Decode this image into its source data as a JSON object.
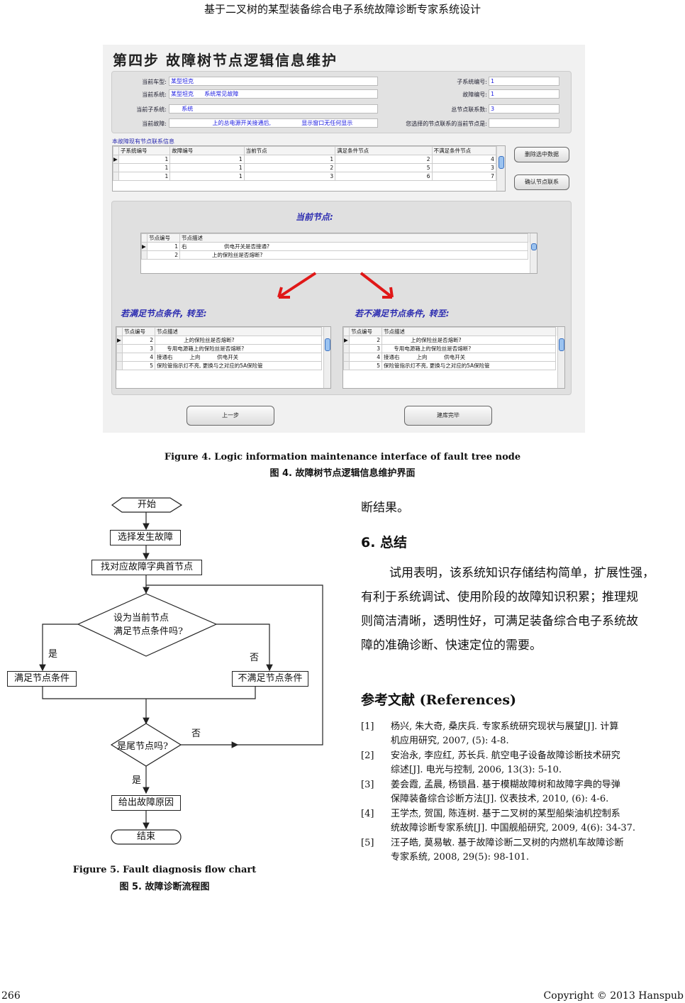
{
  "header": "基于二叉树的某型装备综合电子系统故障诊断专家系统设计",
  "figure4": {
    "title": "第四步  故障树节点逻辑信息维护",
    "fields_left": [
      {
        "label": "当前车型:",
        "value": "某型坦克"
      },
      {
        "label": "当前系统:",
        "value": "某型坦克      系统常见故障"
      },
      {
        "label": "当前子系统:",
        "value": "      系统"
      },
      {
        "label": "当前故障:",
        "value": "                       上的总电源开关接通后,                 显示窗口无任何显示"
      }
    ],
    "fields_right": [
      {
        "label": "子系统编号:",
        "value": "1"
      },
      {
        "label": "故障编号:",
        "value": "1"
      },
      {
        "label": "总节点联系数:",
        "value": "3"
      },
      {
        "label": "您选择的节点联系的当前节点是:",
        "value": ""
      }
    ],
    "links_label": "本故障现有节点联系信息",
    "links_columns": [
      "子系统编号",
      "故障编号",
      "当前节点",
      "满足条件节点",
      "不满足条件节点"
    ],
    "links_rows": [
      [
        "1",
        "1",
        "1",
        "2",
        "4"
      ],
      [
        "1",
        "1",
        "2",
        "5",
        "3"
      ],
      [
        "1",
        "1",
        "3",
        "6",
        "7"
      ]
    ],
    "delete_button": "删除选中数据",
    "confirm_button": "确认节点联系",
    "current_node_label": "当前节点:",
    "node_columns": [
      "节点编号",
      "节点描述"
    ],
    "current_rows": [
      [
        "1",
        "右                      供电开关是否接通?"
      ],
      [
        "2",
        "                  上的保险丝是否熔断?"
      ]
    ],
    "yes_label": "若满足节点条件, 转至:",
    "no_label": "若不满足节点条件, 转至:",
    "yes_rows": [
      [
        "2",
        "                上的保险丝是否熔断?"
      ],
      [
        "3",
        "      专用电源箱上的保险丝是否熔断?"
      ],
      [
        "4",
        "接通右          上向          供电开关"
      ],
      [
        "5",
        "保险管指示灯不亮, 更换与之对应的5A保险管"
      ]
    ],
    "no_rows": [
      [
        "2",
        "                上的保险丝是否熔断?"
      ],
      [
        "3",
        "      专用电源箱上的保险丝是否熔断?"
      ],
      [
        "4",
        "接通右          上向          供电开关"
      ],
      [
        "5",
        "保险管指示灯不亮, 更换与之对应的5A保险管"
      ]
    ],
    "prev_button": "上一步",
    "finish_button": "建库完毕",
    "caption_en": "Figure 4. Logic information maintenance interface of fault tree node",
    "caption_zh": "图 4.  故障树节点逻辑信息维护界面"
  },
  "figure5": {
    "start": "开始",
    "select": "选择发生故障",
    "find": "找对应故障字典首节点",
    "decision1": [
      "设为当前节点",
      "满足节点条件吗?"
    ],
    "yes": "是",
    "no": "否",
    "satisfied": "满足节点条件",
    "unsatisfied": "不满足节点条件",
    "decision2": "是尾节点吗?",
    "no2": "否",
    "yes2": "是",
    "output": "给出故障原因",
    "end": "结束",
    "caption_en": "Figure 5. Fault diagnosis flow chart",
    "caption_zh": "图 5.  故障诊断流程图"
  },
  "text": {
    "continuation": "断结果。",
    "section": "6.  总结",
    "paragraph": [
      "试用表明，该系统知识存储结构简单，扩展性强，",
      "有利于系统调试、使用阶段的故障知识积累；推理规",
      "则简洁清晰，透明性好，可满足装备综合电子系统故",
      "障的准确诊断、快速定位的需要。"
    ],
    "refs_heading": "参考文献  (References)",
    "references": [
      {
        "n": "[1]",
        "l1": "杨兴, 朱大奇, 桑庆兵. 专家系统研究现状与展望[J]. 计算",
        "l2": "机应用研究, 2007, (5): 4-8."
      },
      {
        "n": "[2]",
        "l1": "安治永, 李应红, 苏长兵. 航空电子设备故障诊断技术研究",
        "l2": "综述[J]. 电光与控制, 2006, 13(3): 5-10."
      },
      {
        "n": "[3]",
        "l1": "姜会霞, 孟晨, 杨锁昌. 基于模糊故障树和故障字典的导弹",
        "l2": "保障装备综合诊断方法[J]. 仪表技术, 2010, (6): 4-6."
      },
      {
        "n": "[4]",
        "l1": "王学杰, 贺国, 陈连树. 基于二叉树的某型船柴油机控制系",
        "l2": "统故障诊断专家系统[J]. 中国舰船研究, 2009, 4(6): 34-37."
      },
      {
        "n": "[5]",
        "l1": "汪子皓, 莫易敏. 基于故障诊断二叉树的内燃机车故障诊断",
        "l2": "专家系统, 2008, 29(5): 98-101."
      }
    ]
  },
  "footer": {
    "page": "266",
    "copyright": "Copyright © 2013 Hanspub"
  }
}
